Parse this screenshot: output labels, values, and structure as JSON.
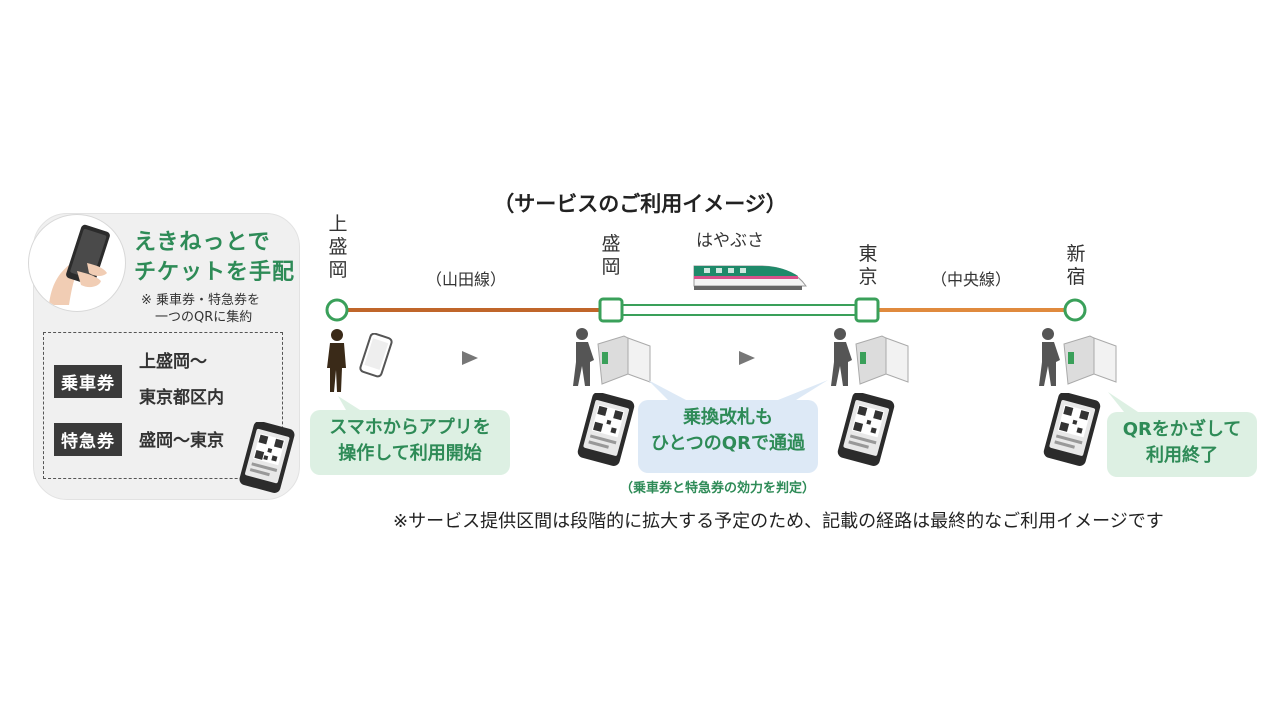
{
  "diagram": {
    "title": "（サービスのご利用イメージ）"
  },
  "left_panel": {
    "title_line1": "えきねっとで",
    "title_line2": "チケットを手配",
    "note_line1": "※ 乗車券・特急券を",
    "note_line2": "一つのQRに集約",
    "tickets": [
      {
        "tag": "乗車券",
        "value_line1": "上盛岡～",
        "value_line2": "東京都区内"
      },
      {
        "tag": "特急券",
        "value_line1": "盛岡～東京",
        "value_line2": ""
      }
    ]
  },
  "stations": [
    {
      "name": "上盛岡"
    },
    {
      "name": "盛岡"
    },
    {
      "name": "東京"
    },
    {
      "name": "新宿"
    }
  ],
  "lines": {
    "yamada": "（山田線）",
    "chuo": "（中央線）",
    "train": "はやぶさ"
  },
  "callouts": {
    "start_line1": "スマホからアプリを",
    "start_line2": "操作して利用開始",
    "transfer_line1": "乗換改札も",
    "transfer_line2": "ひとつのQRで通過",
    "transfer_note": "（乗車券と特急券の効力を判定）",
    "end_line1": "QRをかざして",
    "end_line2": "利用終了"
  },
  "footnote": "※サービス提供区間は段階的に拡大する予定のため、記載の経路は最終的なご利用イメージです",
  "colors": {
    "accent_green": "#2e8b57",
    "local_line": "#c0662a",
    "shinkansen_line": "#3aa05a",
    "callout_green_bg": "#ddf0e3",
    "callout_blue_bg": "#dde9f6"
  },
  "icons": [
    "smartphone-icon",
    "person-icon",
    "arrow-right-icon",
    "ticket-gate-icon",
    "qr-phone-icon",
    "shinkansen-icon"
  ]
}
